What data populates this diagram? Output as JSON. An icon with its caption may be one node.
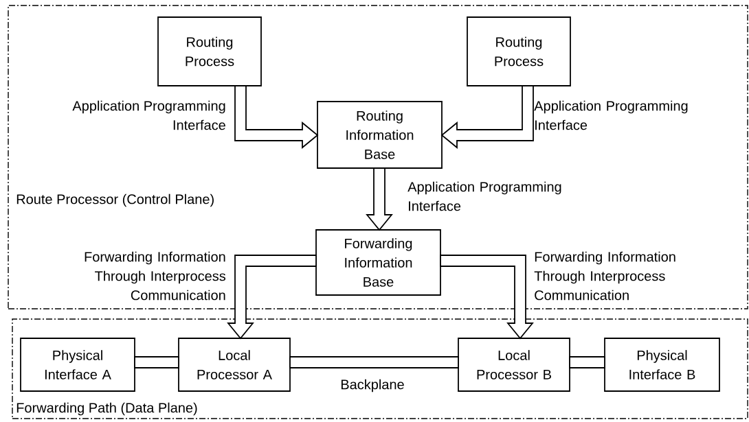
{
  "diagram": {
    "nodes": [
      {
        "text": [
          "Route Processor (Control Plane)"
        ]
      },
      {
        "text": [
          "Routing Process"
        ],
        "in": 0
      },
      {
        "text": [
          "Routing Process"
        ],
        "in": 0
      },
      {
        "text": [
          "Routing Information Base"
        ],
        "in": 0
      },
      {
        "text": [
          "Forwarding Information Base"
        ],
        "in": 0
      },
      {
        "text": [
          "Forwarding Path (Data Plane)"
        ]
      },
      {
        "text": [
          "Physical Interface A"
        ],
        "in": 5
      },
      {
        "text": [
          "Local Processor A"
        ],
        "in": 5
      },
      {
        "text": [
          "Local Processor B"
        ],
        "in": 5
      },
      {
        "text": [
          "Physical Interface B"
        ],
        "in": 5
      }
    ],
    "edges": [
      {
        "from": 1,
        "to": 3,
        "arrow": "to",
        "label": "Application Programming Interface"
      },
      {
        "from": 2,
        "to": 3,
        "arrow": "to",
        "label": "Application Programming Interface"
      },
      {
        "from": 3,
        "to": 4,
        "arrow": "to",
        "label": "Application Programming Interface"
      },
      {
        "from": 4,
        "to": 7,
        "arrow": "to",
        "label": "Forwarding Information Through Interprocess Communication"
      },
      {
        "from": 4,
        "to": 8,
        "arrow": "to",
        "label": "Forwarding Information Through Interprocess Communication"
      },
      {
        "from": 6,
        "to": 7,
        "arrow": "none"
      },
      {
        "from": 7,
        "to": 8,
        "arrow": "none",
        "label": "Backplane"
      },
      {
        "from": 8,
        "to": 9,
        "arrow": "none"
      }
    ]
  }
}
